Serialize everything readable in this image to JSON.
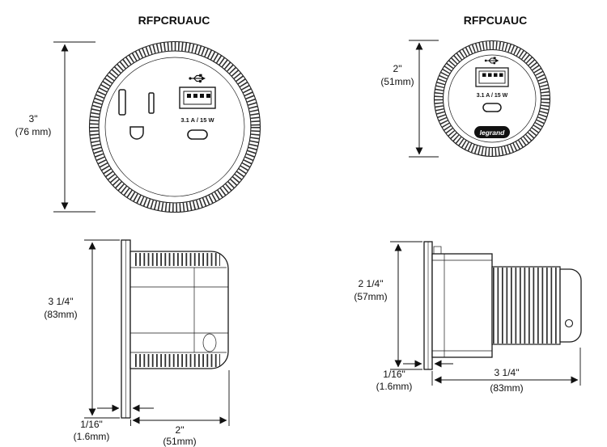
{
  "diagram": {
    "front_left": {
      "title": "RFPCRUAUC",
      "dim_diameter_in": "3\"",
      "dim_diameter_mm": "(76 mm)",
      "usb_label": "3.1 A / 15 W"
    },
    "front_right": {
      "title": "RFPCUAUC",
      "dim_diameter_in": "2\"",
      "dim_diameter_mm": "(51mm)",
      "usb_label": "3.1 A / 15 W",
      "brand": "legrand"
    },
    "side_left": {
      "dim_height_in": "3 1/4\"",
      "dim_height_mm": "(83mm)",
      "dim_flange_in": "1/16\"",
      "dim_flange_mm": "(1.6mm)",
      "dim_depth_in": "2\"",
      "dim_depth_mm": "(51mm)"
    },
    "side_right": {
      "dim_height_in": "2 1/4\"",
      "dim_height_mm": "(57mm)",
      "dim_flange_in": "1/16\"",
      "dim_flange_mm": "(1.6mm)",
      "dim_depth_in": "3 1/4\"",
      "dim_depth_mm": "(83mm)"
    }
  }
}
